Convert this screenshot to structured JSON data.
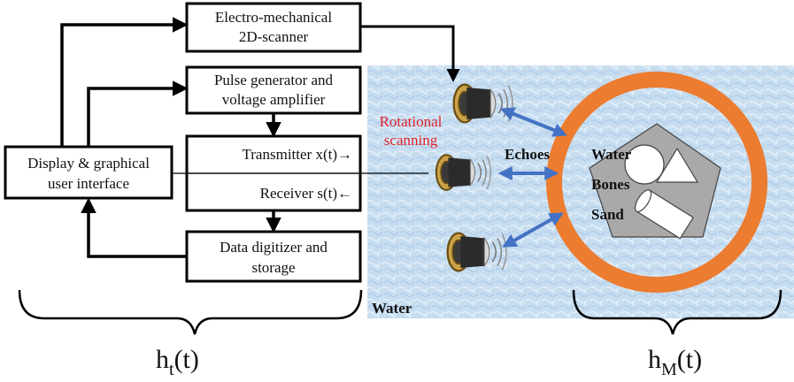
{
  "blocks": {
    "scanner": [
      "Electro-mechanical",
      "2D-scanner"
    ],
    "pulse_generator": [
      "Pulse generator and",
      "voltage amplifier"
    ],
    "display": [
      "Display & graphical",
      "user interface"
    ],
    "transmitter": "Transmitter x(t)→",
    "receiver": "Receiver s(t)←",
    "digitizer": [
      "Data digitizer and",
      "storage"
    ]
  },
  "scene": {
    "rotational_scanning": [
      "Rotational",
      "scanning"
    ],
    "echoes": "Echoes",
    "inner_labels": [
      "Water",
      "Bones",
      "Sand"
    ],
    "tank_label": "Water"
  },
  "braces": {
    "left": {
      "base": "h",
      "sub": "t",
      "arg": "(t)"
    },
    "right": {
      "base": "h",
      "sub": "M",
      "arg": "(t)"
    }
  },
  "colors": {
    "ring": "#ec7c30",
    "arrow_blue": "#4472c4",
    "water": "#c9dff0",
    "pentagon": "#a9a9a9",
    "red_text": "#e0232b"
  }
}
